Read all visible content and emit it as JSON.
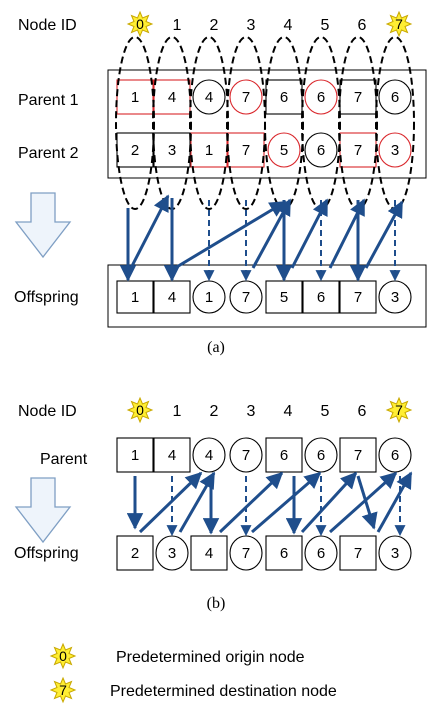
{
  "node_id_label": "Node ID",
  "node_ids": [
    "0",
    "1",
    "2",
    "3",
    "4",
    "5",
    "6",
    "7"
  ],
  "star_ids": [
    "0",
    "7"
  ],
  "a": {
    "parent1_label": "Parent 1",
    "parent2_label": "Parent 2",
    "offspring_label": "Offspring",
    "caption": "(a)",
    "parent1": [
      {
        "v": "1",
        "shape": "rect",
        "red": true
      },
      {
        "v": "4",
        "shape": "rect",
        "red": true
      },
      {
        "v": "4",
        "shape": "circle",
        "red": false
      },
      {
        "v": "7",
        "shape": "circle",
        "red": true
      },
      {
        "v": "6",
        "shape": "rect",
        "red": false
      },
      {
        "v": "6",
        "shape": "circle",
        "red": true
      },
      {
        "v": "7",
        "shape": "rect",
        "red": false
      },
      {
        "v": "6",
        "shape": "circle",
        "red": false
      }
    ],
    "parent2": [
      {
        "v": "2",
        "shape": "rect",
        "red": false
      },
      {
        "v": "3",
        "shape": "rect",
        "red": false
      },
      {
        "v": "1",
        "shape": "rect",
        "red": true
      },
      {
        "v": "7",
        "shape": "rect",
        "red": true
      },
      {
        "v": "5",
        "shape": "circle",
        "red": true
      },
      {
        "v": "6",
        "shape": "circle",
        "red": false
      },
      {
        "v": "7",
        "shape": "rect",
        "red": true
      },
      {
        "v": "3",
        "shape": "circle",
        "red": true
      }
    ],
    "offspring": [
      {
        "v": "1",
        "shape": "rect"
      },
      {
        "v": "4",
        "shape": "rect"
      },
      {
        "v": "1",
        "shape": "circle"
      },
      {
        "v": "7",
        "shape": "circle"
      },
      {
        "v": "5",
        "shape": "rect"
      },
      {
        "v": "6",
        "shape": "rect"
      },
      {
        "v": "7",
        "shape": "rect"
      },
      {
        "v": "3",
        "shape": "circle"
      }
    ]
  },
  "b": {
    "parent_label": "Parent",
    "offspring_label": "Offspring",
    "caption": "(b)",
    "parent": [
      {
        "v": "1",
        "shape": "rect"
      },
      {
        "v": "4",
        "shape": "rect"
      },
      {
        "v": "4",
        "shape": "circle"
      },
      {
        "v": "7",
        "shape": "circle"
      },
      {
        "v": "6",
        "shape": "rect"
      },
      {
        "v": "6",
        "shape": "circle"
      },
      {
        "v": "7",
        "shape": "rect"
      },
      {
        "v": "6",
        "shape": "circle"
      }
    ],
    "offspring": [
      {
        "v": "2",
        "shape": "rect"
      },
      {
        "v": "3",
        "shape": "circle"
      },
      {
        "v": "4",
        "shape": "rect"
      },
      {
        "v": "7",
        "shape": "circle"
      },
      {
        "v": "6",
        "shape": "rect"
      },
      {
        "v": "6",
        "shape": "circle"
      },
      {
        "v": "7",
        "shape": "rect"
      },
      {
        "v": "3",
        "shape": "circle"
      }
    ]
  },
  "legend": {
    "origin_text": "Predetermined origin node",
    "destination_text": "Predetermined destination node"
  },
  "colors": {
    "arrow": "#1f4e8c",
    "red": "#d9262b",
    "star_fill": "#ffee33",
    "star_stroke": "#c8a800",
    "down_arrow_stroke": "#7f9fc4",
    "down_arrow_fill": "#eef4fb"
  }
}
